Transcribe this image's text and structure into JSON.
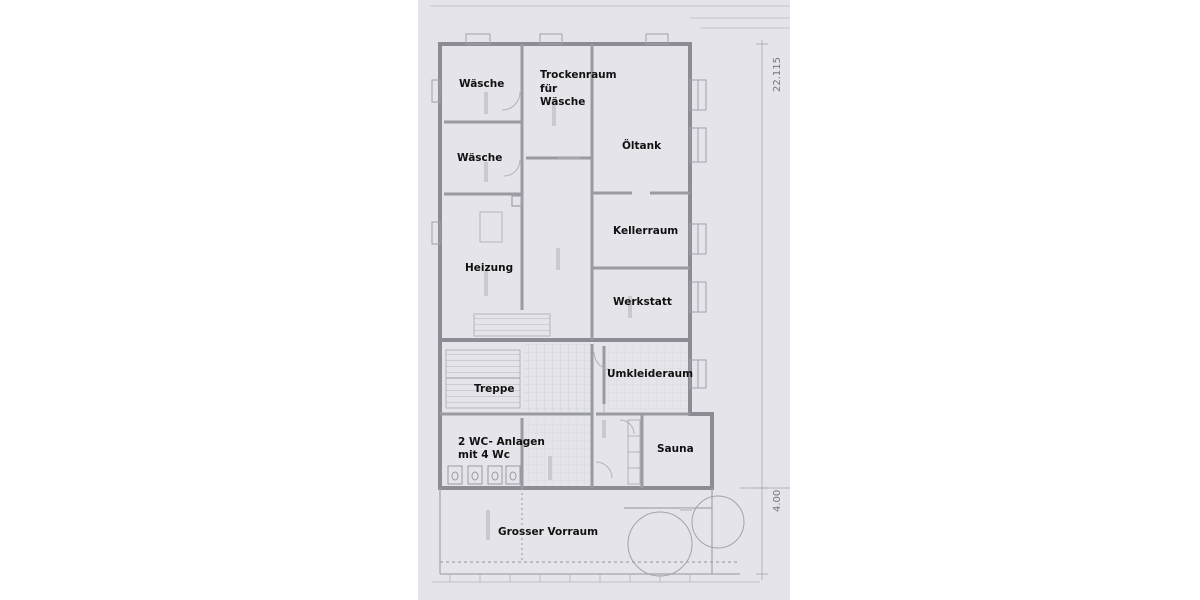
{
  "rooms": {
    "waesche_1": "Wäsche",
    "trockenraum_line1": "Trockenraum",
    "trockenraum_line2": "für",
    "trockenraum_line3": "Wäsche",
    "waesche_2": "Wäsche",
    "oeltank": "Öltank",
    "kellerraum": "Kellerraum",
    "heizung": "Heizung",
    "werkstatt": "Werkstatt",
    "umkleideraum": "Umkleideraum",
    "treppe": "Treppe",
    "wc_line1": "2 WC- Anlagen",
    "wc_line2": "mit 4 Wc",
    "sauna": "Sauna",
    "vorraum": "Grosser Vorraum"
  },
  "dimensions": {
    "right_top": "22.115",
    "right_bottom": "4.00"
  },
  "colors": {
    "paper": "#e9e9ee",
    "wall": "#8c8c95",
    "line": "#a9a9b2",
    "text": "#111111"
  }
}
